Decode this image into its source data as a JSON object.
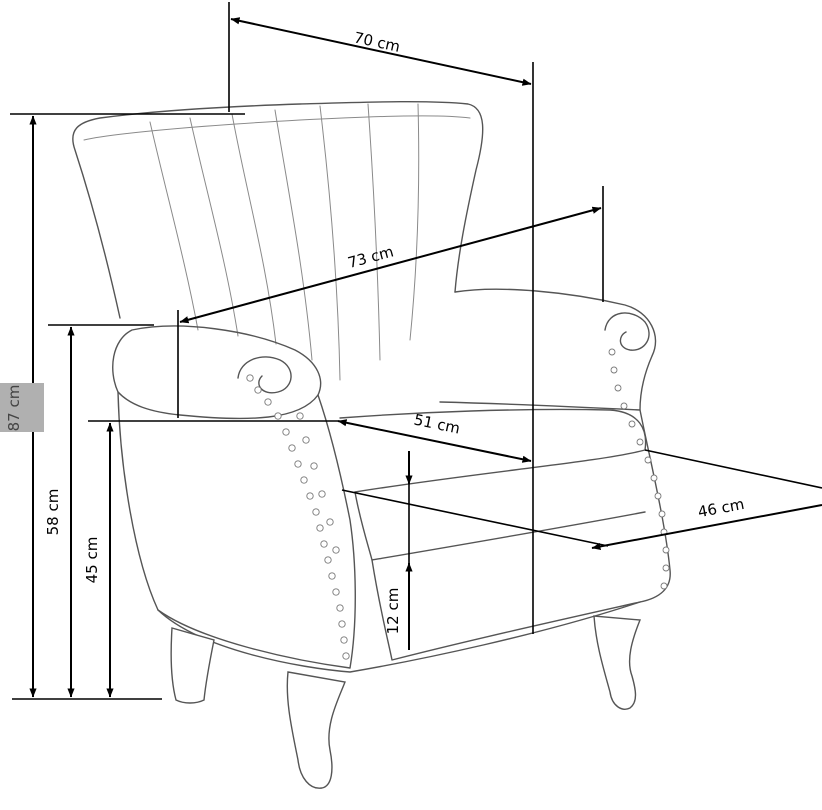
{
  "dimensions": {
    "width": "70 cm",
    "diagonal_depth": "73 cm",
    "seat_depth": "51 cm",
    "seat_width": "46 cm",
    "total_height": "87 cm",
    "armrest_height": "58 cm",
    "seat_height": "45 cm",
    "cushion_thickness": "12 cm"
  },
  "colors": {
    "dimension_line": "#000000",
    "sketch_line": "#555555",
    "label_badge": "#b0b0b0"
  }
}
